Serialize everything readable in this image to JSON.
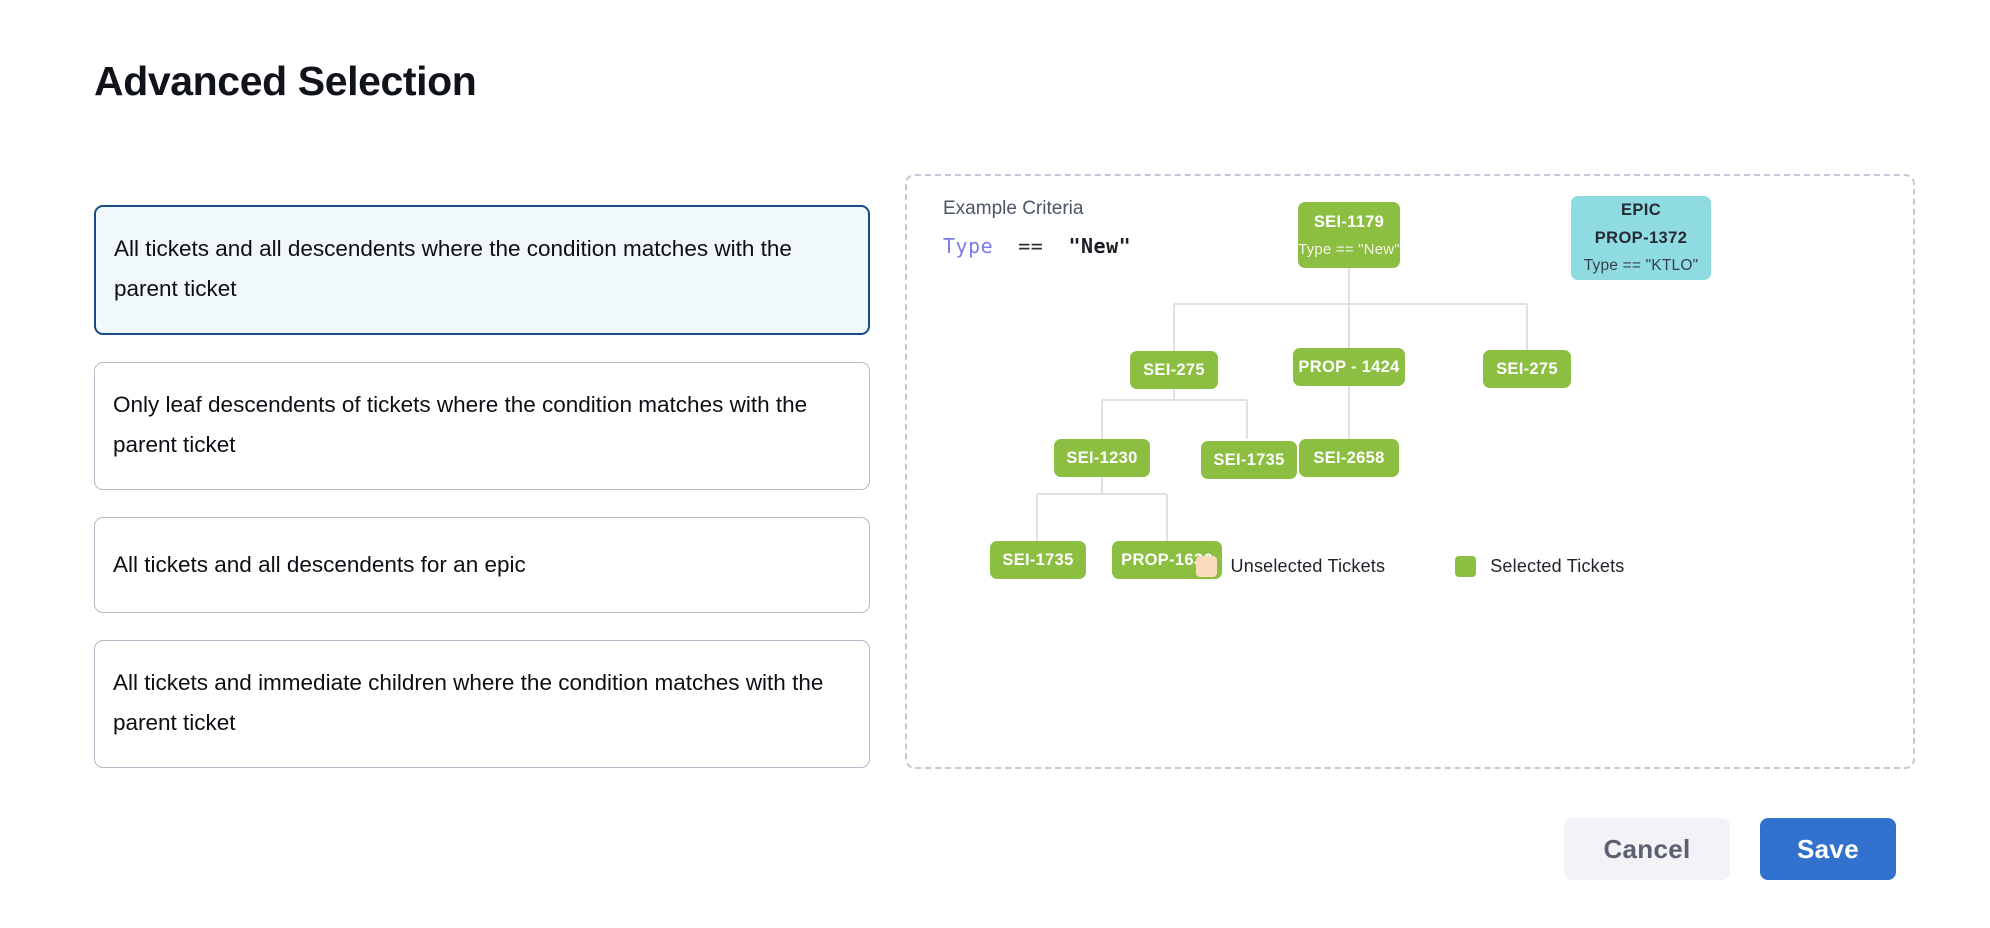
{
  "page": {
    "title": "Advanced Selection"
  },
  "options": [
    {
      "label": "All tickets and all descendents where the condition matches with the parent ticket",
      "selected": true
    },
    {
      "label": "Only leaf descendents of tickets where the condition matches with the parent ticket",
      "selected": false
    },
    {
      "label": "All tickets and all descendents for an epic",
      "selected": false
    },
    {
      "label": "All tickets and immediate children where the condition matches with the parent ticket",
      "selected": false
    }
  ],
  "diagram": {
    "criteria_label": "Example Criteria",
    "criteria_field": "Type",
    "criteria_operator": "==",
    "criteria_value": "\"New\"",
    "nodes": [
      {
        "id": "root",
        "title": "SEI-1179",
        "subtitle": "Type == \"New\"",
        "kind": "selected"
      },
      {
        "id": "epic",
        "line1": "EPIC",
        "line2": "PROP-1372",
        "subtitle": "Type == \"KTLO\"",
        "kind": "epic"
      },
      {
        "id": "n1",
        "title": "SEI-275",
        "kind": "selected"
      },
      {
        "id": "n2",
        "title": "PROP - 1424",
        "kind": "selected"
      },
      {
        "id": "n3",
        "title": "SEI-275",
        "kind": "selected"
      },
      {
        "id": "n4",
        "title": "SEI-1230",
        "kind": "selected"
      },
      {
        "id": "n5",
        "title": "SEI-1735",
        "kind": "selected"
      },
      {
        "id": "n6",
        "title": "SEI-2658",
        "kind": "selected"
      },
      {
        "id": "n7",
        "title": "SEI-1735",
        "kind": "selected"
      },
      {
        "id": "n8",
        "title": "PROP-1636",
        "kind": "selected"
      }
    ],
    "legend": [
      {
        "label": "Unselected Tickets",
        "color": "#fbdcbd"
      },
      {
        "label": "Selected Tickets",
        "color": "#8cbe41"
      }
    ]
  },
  "footer": {
    "cancel_label": "Cancel",
    "save_label": "Save"
  },
  "colors": {
    "selected_node": "#8cbe41",
    "epic_node": "#8fdbe2",
    "unselected_node": "#fbdcbd",
    "primary_button": "#3272ce",
    "selected_card_border": "#1c4a86",
    "selected_card_bg": "#f1f8fb",
    "criteria_field": "#7b7ee8",
    "connector_line": "#dcdce2"
  }
}
